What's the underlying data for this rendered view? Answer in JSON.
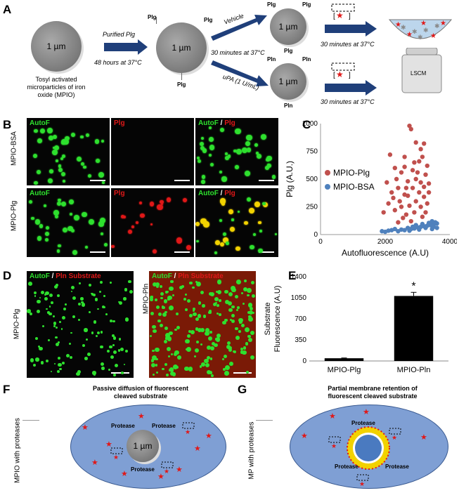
{
  "panels": {
    "A": "A",
    "B": "B",
    "C": "C",
    "D": "D",
    "E": "E",
    "F": "F",
    "G": "G"
  },
  "panelA": {
    "particle_size": "1 µm",
    "particle_desc": [
      "Tosyl activated",
      "microparticles of iron",
      "oxide (MPIO)"
    ],
    "step1_top": "Purified Plg",
    "step1_bottom": "48 hours at 37°C",
    "plg": "Plg",
    "pln": "Pln",
    "vehicle": "Vehicle",
    "upa": "uPA (1 U/mL)",
    "incub": "30 minutes at 37°C",
    "lscm": "LSCM"
  },
  "panelB": {
    "row_labels": [
      "MPIO-BSA",
      "MPIO-Plg"
    ],
    "col_autof": "AutoF",
    "col_plg": "Plg",
    "col_merge_a": "AutoF",
    "col_merge_sep": " / ",
    "col_merge_b": "Plg"
  },
  "panelD": {
    "label_a": "AutoF",
    "label_sep": " / ",
    "label_b": "Pln Substrate",
    "row_left": "MPIO-Plg",
    "row_right": "MPIO-Pln"
  },
  "colors": {
    "green": "#2ee02e",
    "red": "#e01818",
    "merge": "#f2d200",
    "scatter_red": "#c0504d",
    "scatter_blue": "#4f81bd",
    "cell": "#7f9fd4"
  },
  "chart_data": [
    {
      "type": "scatter",
      "panel": "C",
      "xlabel": "Autofluorescence (A.U)",
      "ylabel": "Plg (A.U.)",
      "xlim": [
        0,
        4000
      ],
      "ylim": [
        0,
        1000
      ],
      "xticks": [
        0,
        2000,
        4000
      ],
      "yticks": [
        0,
        250,
        500,
        750,
        1000
      ],
      "legend_position": "left",
      "series": [
        {
          "name": "MPIO-Plg",
          "color": "#c0504d",
          "points": [
            [
              2750,
              980
            ],
            [
              2800,
              950
            ],
            [
              2150,
              720
            ],
            [
              2950,
              830
            ],
            [
              3200,
              820
            ],
            [
              2600,
              700
            ],
            [
              3100,
              770
            ],
            [
              2300,
              600
            ],
            [
              2900,
              650
            ],
            [
              2500,
              560
            ],
            [
              3300,
              620
            ],
            [
              2050,
              470
            ],
            [
              3150,
              700
            ],
            [
              2700,
              480
            ],
            [
              2400,
              420
            ],
            [
              3250,
              540
            ],
            [
              2200,
              380
            ],
            [
              2950,
              500
            ],
            [
              2600,
              360
            ],
            [
              3350,
              460
            ],
            [
              2850,
              420
            ],
            [
              2100,
              280
            ],
            [
              3050,
              380
            ],
            [
              2450,
              300
            ],
            [
              3200,
              340
            ],
            [
              2750,
              260
            ],
            [
              1950,
              200
            ],
            [
              3100,
              250
            ],
            [
              2300,
              220
            ],
            [
              2650,
              180
            ],
            [
              3300,
              280
            ],
            [
              2900,
              200
            ],
            [
              2550,
              150
            ],
            [
              3150,
              160
            ],
            [
              2400,
              110
            ],
            [
              2800,
              120
            ],
            [
              3250,
              200
            ],
            [
              2650,
              420
            ],
            [
              3000,
              560
            ],
            [
              2350,
              500
            ],
            [
              3100,
              470
            ],
            [
              2700,
              350
            ],
            [
              2950,
              300
            ],
            [
              3350,
              380
            ],
            [
              2500,
              250
            ],
            [
              3200,
              430
            ],
            [
              2850,
              580
            ],
            [
              3050,
              660
            ],
            [
              2250,
              330
            ],
            [
              2600,
              610
            ]
          ]
        },
        {
          "name": "MPIO-BSA",
          "color": "#4f81bd",
          "points": [
            [
              1900,
              30
            ],
            [
              2100,
              35
            ],
            [
              2300,
              50
            ],
            [
              2500,
              45
            ],
            [
              2700,
              60
            ],
            [
              2900,
              55
            ],
            [
              3100,
              70
            ],
            [
              3300,
              80
            ],
            [
              3500,
              90
            ],
            [
              3600,
              100
            ],
            [
              2400,
              30
            ],
            [
              2600,
              40
            ],
            [
              2800,
              50
            ],
            [
              3000,
              65
            ],
            [
              3200,
              75
            ],
            [
              3400,
              85
            ],
            [
              3550,
              110
            ],
            [
              2200,
              40
            ],
            [
              2000,
              25
            ],
            [
              3450,
              120
            ],
            [
              3150,
              95
            ],
            [
              2950,
              85
            ],
            [
              3350,
              105
            ],
            [
              3250,
              60
            ],
            [
              3050,
              45
            ],
            [
              2750,
              35
            ],
            [
              3500,
              70
            ],
            [
              3600,
              60
            ],
            [
              2850,
              70
            ],
            [
              3450,
              50
            ]
          ]
        }
      ]
    },
    {
      "type": "bar",
      "panel": "E",
      "categories": [
        "MPIO-Plg",
        "MPIO-Pln"
      ],
      "values": [
        45,
        1080
      ],
      "errors": [
        5,
        60
      ],
      "ylabel_line1": "Substrate",
      "ylabel_line2": "Fluorescence (A.U)",
      "ylim": [
        0,
        1400
      ],
      "yticks": [
        0,
        350,
        700,
        1050,
        1400
      ],
      "annotation": "*",
      "annotation_category": "MPIO-Pln"
    }
  ],
  "panelF": {
    "title_line1": "Passive diffusion of fluorescent",
    "title_line2": "cleaved substrate",
    "side": "MPIO with proteases",
    "protease": "Protease",
    "particle_size": "1 µm"
  },
  "panelG": {
    "title_line1": "Partial membrane retention of",
    "title_line2": "fluorescent cleaved substrate",
    "side": "MP with proteases",
    "protease": "Protease"
  }
}
